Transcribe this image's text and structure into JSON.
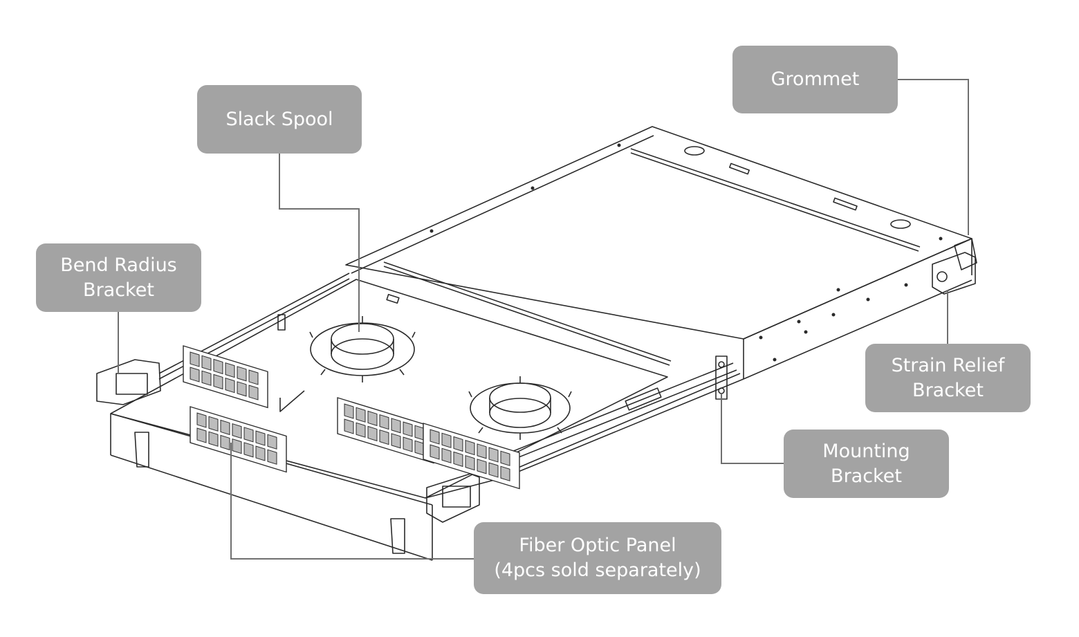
{
  "callouts": {
    "grommet": {
      "lines": [
        "Grommet"
      ]
    },
    "slack_spool": {
      "lines": [
        "Slack Spool"
      ]
    },
    "bend_radius_bracket": {
      "lines": [
        "Bend Radius",
        "Bracket"
      ]
    },
    "strain_relief_bracket": {
      "lines": [
        "Strain Relief",
        "Bracket"
      ]
    },
    "mounting_bracket": {
      "lines": [
        "Mounting",
        "Bracket"
      ]
    },
    "fiber_optic_panel": {
      "lines": [
        "Fiber Optic Panel",
        "(4pcs sold separately)"
      ]
    }
  },
  "colors": {
    "callout_fill": "#a3a3a3",
    "callout_text": "#ffffff",
    "leader_line": "#6f6f6f",
    "drawing_line": "#2a2a2a"
  }
}
